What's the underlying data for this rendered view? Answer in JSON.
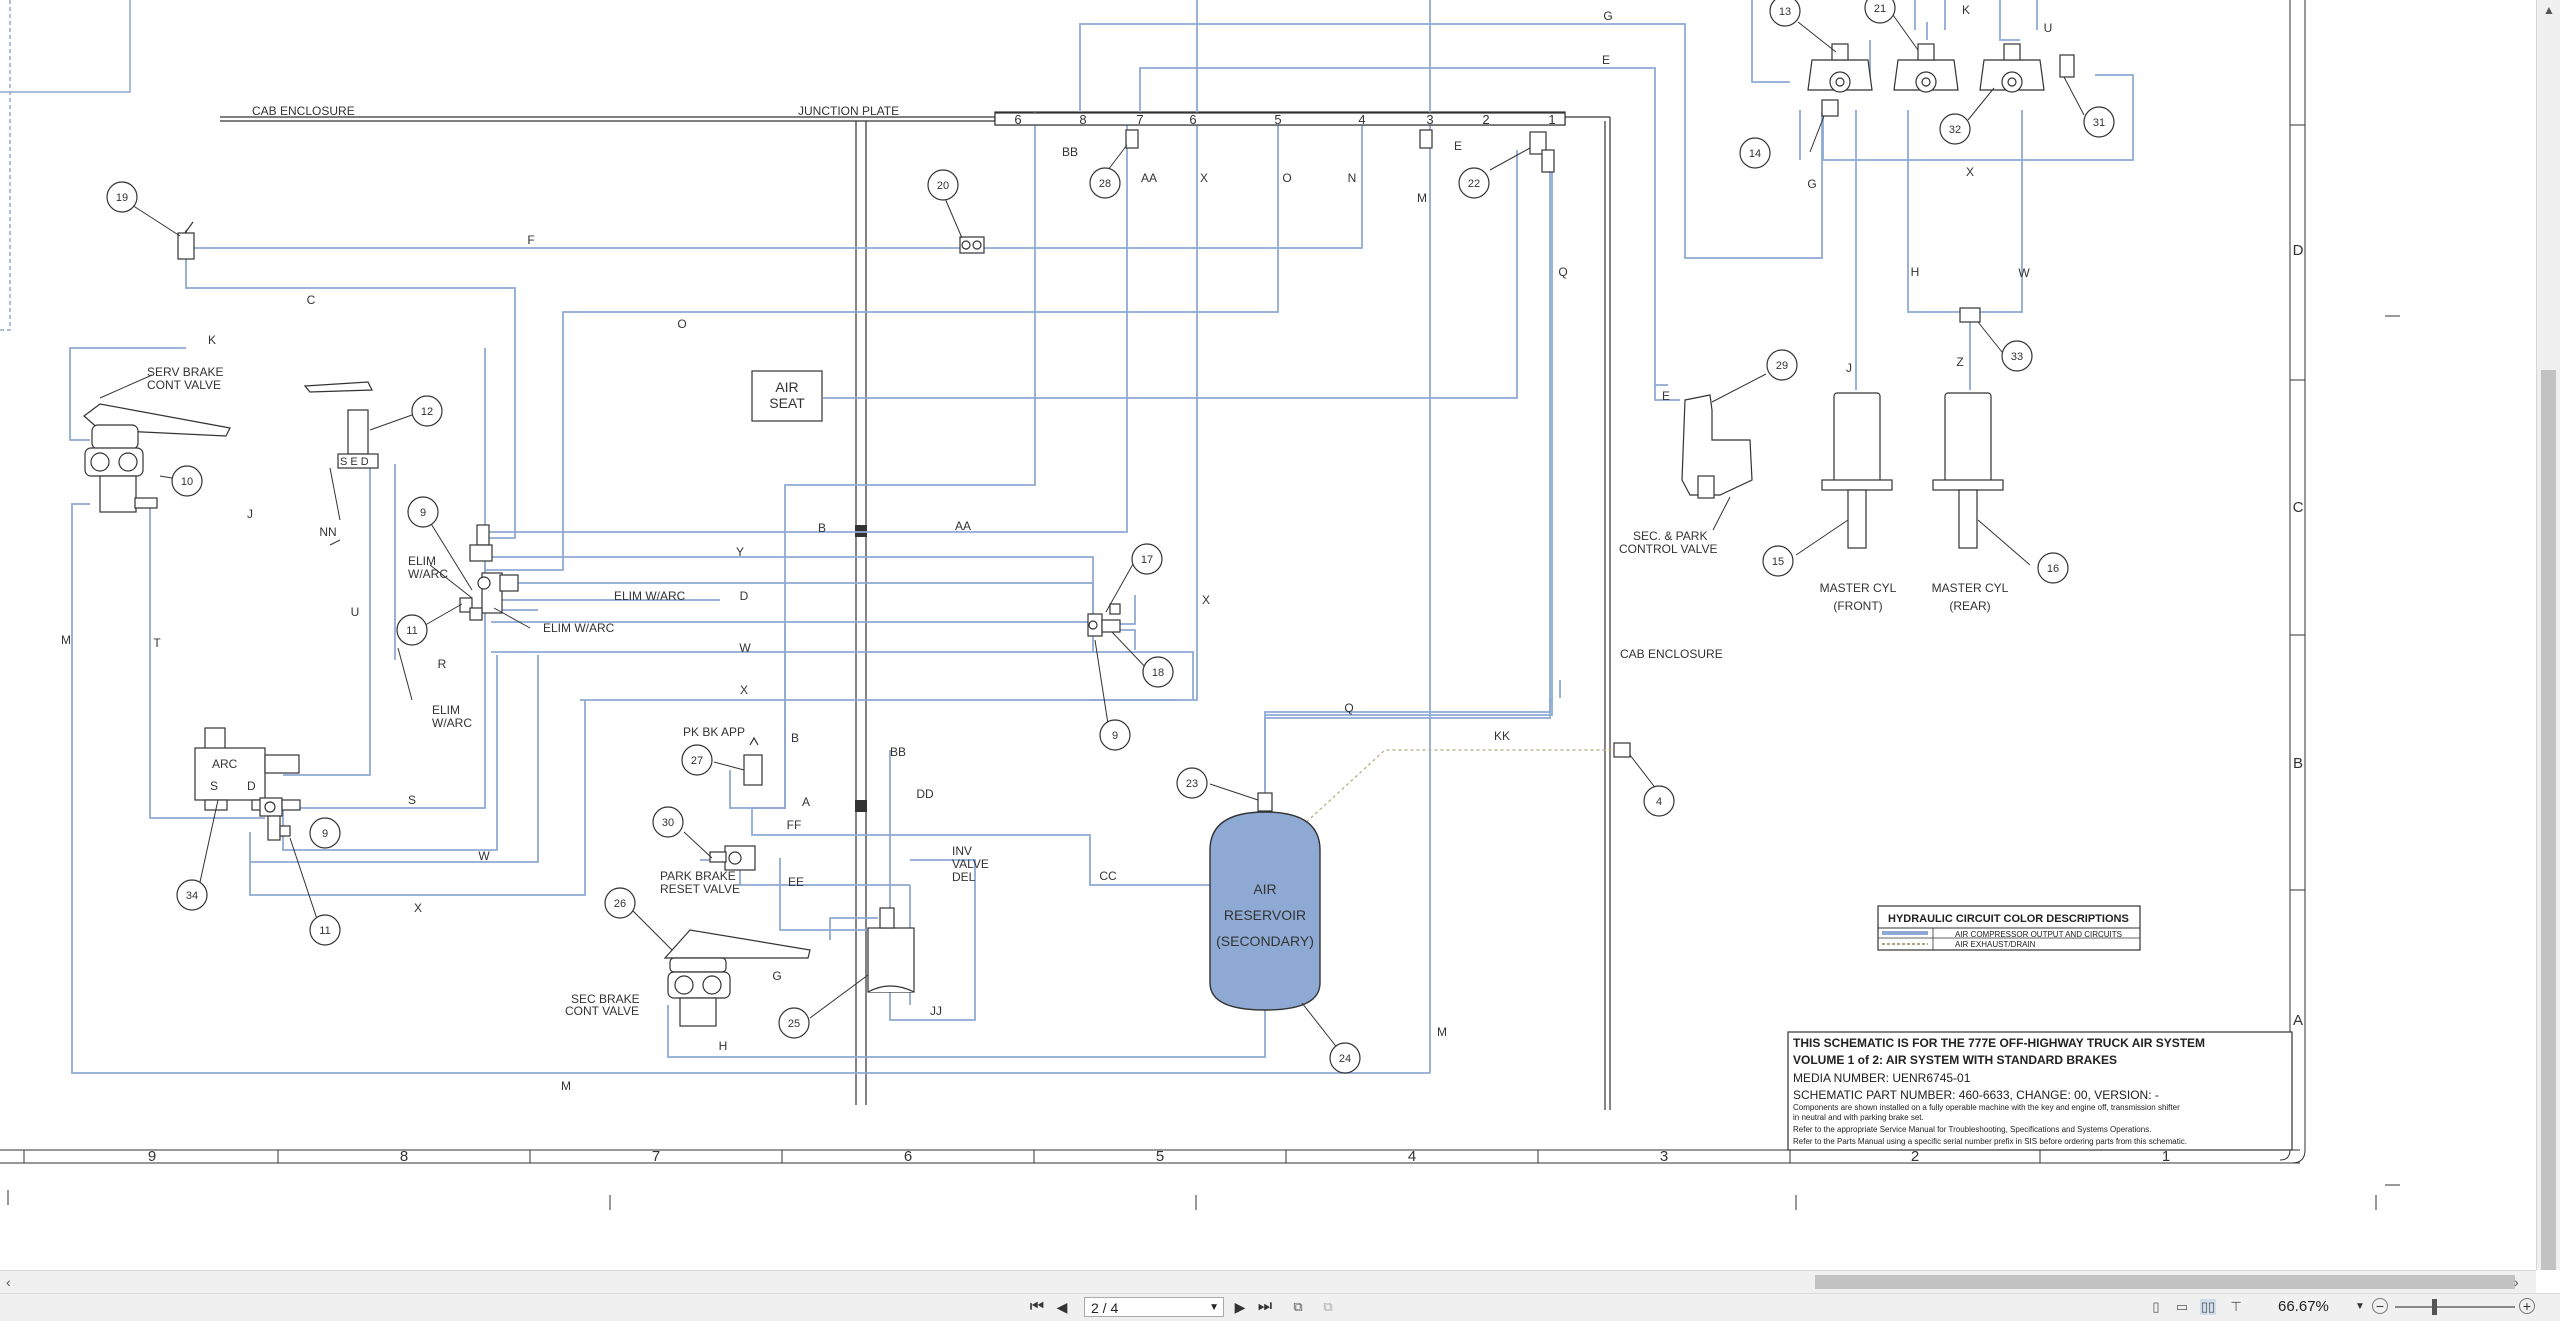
{
  "diagram": {
    "zone_labels_bottom": [
      "9",
      "8",
      "7",
      "6",
      "5",
      "4",
      "3",
      "2",
      "1"
    ],
    "zone_labels_right": [
      "D",
      "C",
      "B",
      "A"
    ],
    "labels": {
      "cab_enclosure_top": "CAB ENCLOSURE",
      "junction_plate": "JUNCTION PLATE",
      "cab_enclosure_right": "CAB ENCLOSURE",
      "serv_brake_1": "SERV BRAKE",
      "serv_brake_2": "CONT VALVE",
      "elim_1a": "ELIM",
      "elim_1b": "W/ARC",
      "elim_2": "ELIM W/ARC",
      "elim_3": "ELIM W/ARC",
      "elim_4a": "ELIM",
      "elim_4b": "W/ARC",
      "arc": "ARC",
      "arc_s": "S",
      "arc_d": "D",
      "sed": "S E D",
      "air_seat_1": "AIR",
      "air_seat_2": "SEAT",
      "pk_bk_app": "PK BK APP",
      "park_reset_1": "PARK BRAKE",
      "park_reset_2": "RESET VALVE",
      "sec_brake_1": "SEC BRAKE",
      "sec_brake_2": "CONT VALVE",
      "inv_1": "INV",
      "inv_2": "VALVE",
      "inv_3": "DEL",
      "reservoir_1": "AIR",
      "reservoir_2": "RESERVOIR",
      "reservoir_3": "(SECONDARY)",
      "sec_park_1": "SEC. & PARK",
      "sec_park_2": "CONTROL VALVE",
      "master_front_1": "MASTER CYL",
      "master_front_2": "(FRONT)",
      "master_rear_1": "MASTER CYL",
      "master_rear_2": "(REAR)"
    },
    "callouts": [
      {
        "id": "c19",
        "text": "19"
      },
      {
        "id": "c20",
        "text": "20"
      },
      {
        "id": "c28",
        "text": "28"
      },
      {
        "id": "c22",
        "text": "22"
      },
      {
        "id": "c12",
        "text": "12"
      },
      {
        "id": "c10",
        "text": "10"
      },
      {
        "id": "c9a",
        "text": "9"
      },
      {
        "id": "c11a",
        "text": "11"
      },
      {
        "id": "c17",
        "text": "17"
      },
      {
        "id": "c18",
        "text": "18"
      },
      {
        "id": "c9b",
        "text": "9"
      },
      {
        "id": "c27",
        "text": "27"
      },
      {
        "id": "c30",
        "text": "30"
      },
      {
        "id": "c26",
        "text": "26"
      },
      {
        "id": "c25",
        "text": "25"
      },
      {
        "id": "c23",
        "text": "23"
      },
      {
        "id": "c24",
        "text": "24"
      },
      {
        "id": "c34",
        "text": "34"
      },
      {
        "id": "c9c",
        "text": "9"
      },
      {
        "id": "c11b",
        "text": "11"
      },
      {
        "id": "c4",
        "text": "4"
      },
      {
        "id": "c13",
        "text": "13"
      },
      {
        "id": "c21",
        "text": "21"
      },
      {
        "id": "c14",
        "text": "14"
      },
      {
        "id": "c32",
        "text": "32"
      },
      {
        "id": "c31",
        "text": "31"
      },
      {
        "id": "c33",
        "text": "33"
      },
      {
        "id": "c29",
        "text": "29"
      },
      {
        "id": "c15",
        "text": "15"
      },
      {
        "id": "c16",
        "text": "16"
      }
    ],
    "junction_ports": [
      "6",
      "8",
      "7",
      "6",
      "5",
      "4",
      "3",
      "2",
      "1"
    ],
    "line_letters": [
      {
        "id": "lG1",
        "text": "G"
      },
      {
        "id": "lE1",
        "text": "E"
      },
      {
        "id": "lBB1",
        "text": "BB"
      },
      {
        "id": "lAA1",
        "text": "AA"
      },
      {
        "id": "lX1",
        "text": "X"
      },
      {
        "id": "lO1",
        "text": "O"
      },
      {
        "id": "lN1",
        "text": "N"
      },
      {
        "id": "lM1",
        "text": "M"
      },
      {
        "id": "lE2",
        "text": "E"
      },
      {
        "id": "lF",
        "text": "F"
      },
      {
        "id": "lC",
        "text": "C"
      },
      {
        "id": "lK",
        "text": "K"
      },
      {
        "id": "lO2",
        "text": "O"
      },
      {
        "id": "lQ1",
        "text": "Q"
      },
      {
        "id": "lJ",
        "text": "J"
      },
      {
        "id": "lNN",
        "text": "NN"
      },
      {
        "id": "lU1",
        "text": "U"
      },
      {
        "id": "lM2",
        "text": "M"
      },
      {
        "id": "lT",
        "text": "T"
      },
      {
        "id": "lR",
        "text": "R"
      },
      {
        "id": "lB1",
        "text": "B"
      },
      {
        "id": "lAA2",
        "text": "AA"
      },
      {
        "id": "lY",
        "text": "Y"
      },
      {
        "id": "lD1",
        "text": "D"
      },
      {
        "id": "lW1",
        "text": "W"
      },
      {
        "id": "lX2",
        "text": "X"
      },
      {
        "id": "lX3",
        "text": "X"
      },
      {
        "id": "lB2",
        "text": "B"
      },
      {
        "id": "lBB2",
        "text": "BB"
      },
      {
        "id": "lDD",
        "text": "DD"
      },
      {
        "id": "lA",
        "text": "A"
      },
      {
        "id": "lFF",
        "text": "FF"
      },
      {
        "id": "lEE",
        "text": "EE"
      },
      {
        "id": "lS",
        "text": "S"
      },
      {
        "id": "lW2",
        "text": "W"
      },
      {
        "id": "lX4",
        "text": "X"
      },
      {
        "id": "lCC",
        "text": "CC"
      },
      {
        "id": "lG2",
        "text": "G"
      },
      {
        "id": "lJJ",
        "text": "JJ"
      },
      {
        "id": "lH1",
        "text": "H"
      },
      {
        "id": "lM3",
        "text": "M"
      },
      {
        "id": "lM4",
        "text": "M"
      },
      {
        "id": "lQ2",
        "text": "Q"
      },
      {
        "id": "lKK",
        "text": "KK"
      },
      {
        "id": "lK2",
        "text": "K"
      },
      {
        "id": "lU2",
        "text": "U"
      },
      {
        "id": "lX5",
        "text": "X"
      },
      {
        "id": "lG3",
        "text": "G"
      },
      {
        "id": "lH2",
        "text": "H"
      },
      {
        "id": "lW3",
        "text": "W"
      },
      {
        "id": "lE3",
        "text": "E"
      },
      {
        "id": "lJ2",
        "text": "J"
      },
      {
        "id": "lZ",
        "text": "Z"
      }
    ],
    "legend": {
      "title": "HYDRAULIC CIRCUIT COLOR DESCRIPTIONS",
      "items": [
        {
          "label": "AIR COMPRESSOR OUTPUT AND CIRCUITS",
          "color": "#8eaad4"
        },
        {
          "label": "AIR EXHAUST/DRAIN",
          "color": "#b5a878"
        }
      ]
    },
    "title_block": {
      "line1": "THIS SCHEMATIC IS FOR THE 777E OFF-HIGHWAY TRUCK AIR SYSTEM",
      "line2": "VOLUME 1 of 2: AIR SYSTEM WITH STANDARD BRAKES",
      "line3": "MEDIA NUMBER: UENR6745-01",
      "line4": "SCHEMATIC PART NUMBER: 460-6633, CHANGE: 00, VERSION: -",
      "note1": "Components are shown installed on a fully operable machine with the key and engine off, transmission shifter",
      "note2": "in neutral and with parking brake set.",
      "note3": "Refer to the appropriate Service Manual for Troubleshooting, Specifications and Systems Operations.",
      "note4": "Refer to the Parts Manual using a specific serial number prefix in SIS before ordering parts from this schematic."
    },
    "colors": {
      "circuit": "#8eaad4",
      "exhaust": "#b5a878",
      "reservoir": "#8eaad4",
      "ink": "#333333"
    }
  },
  "toolbar": {
    "first_page": "⏮",
    "prev_page": "◀",
    "page_value": "2 / 4",
    "next_page": "▶",
    "last_page": "⏭",
    "zoom": "66.67%"
  }
}
